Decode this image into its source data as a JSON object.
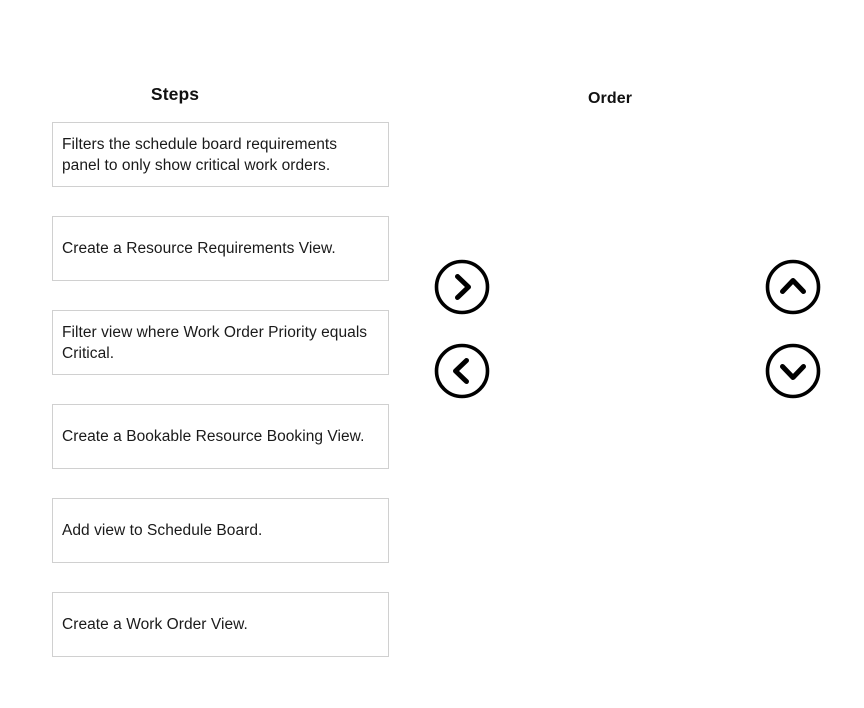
{
  "columns": {
    "steps_heading": "Steps",
    "order_heading": "Order"
  },
  "steps": [
    {
      "text": "Filters the schedule board requirements panel to only show critical work orders."
    },
    {
      "text": "Create a Resource Requirements View."
    },
    {
      "text": "Filter view where Work Order Priority equals Critical."
    },
    {
      "text": "Create a Bookable Resource Booking View."
    },
    {
      "text": "Add view to Schedule Board."
    },
    {
      "text": "Create a Work Order View."
    }
  ],
  "controls": [
    {
      "name": "move-right",
      "icon": "circle-chevron-right-icon"
    },
    {
      "name": "move-left",
      "icon": "circle-chevron-left-icon"
    },
    {
      "name": "move-up",
      "icon": "circle-chevron-up-icon"
    },
    {
      "name": "move-down",
      "icon": "circle-chevron-down-icon"
    }
  ],
  "colors": {
    "background": "#ffffff",
    "card_border": "#d0d0d0",
    "text": "#1a1a1a",
    "icon_stroke": "#000000"
  }
}
